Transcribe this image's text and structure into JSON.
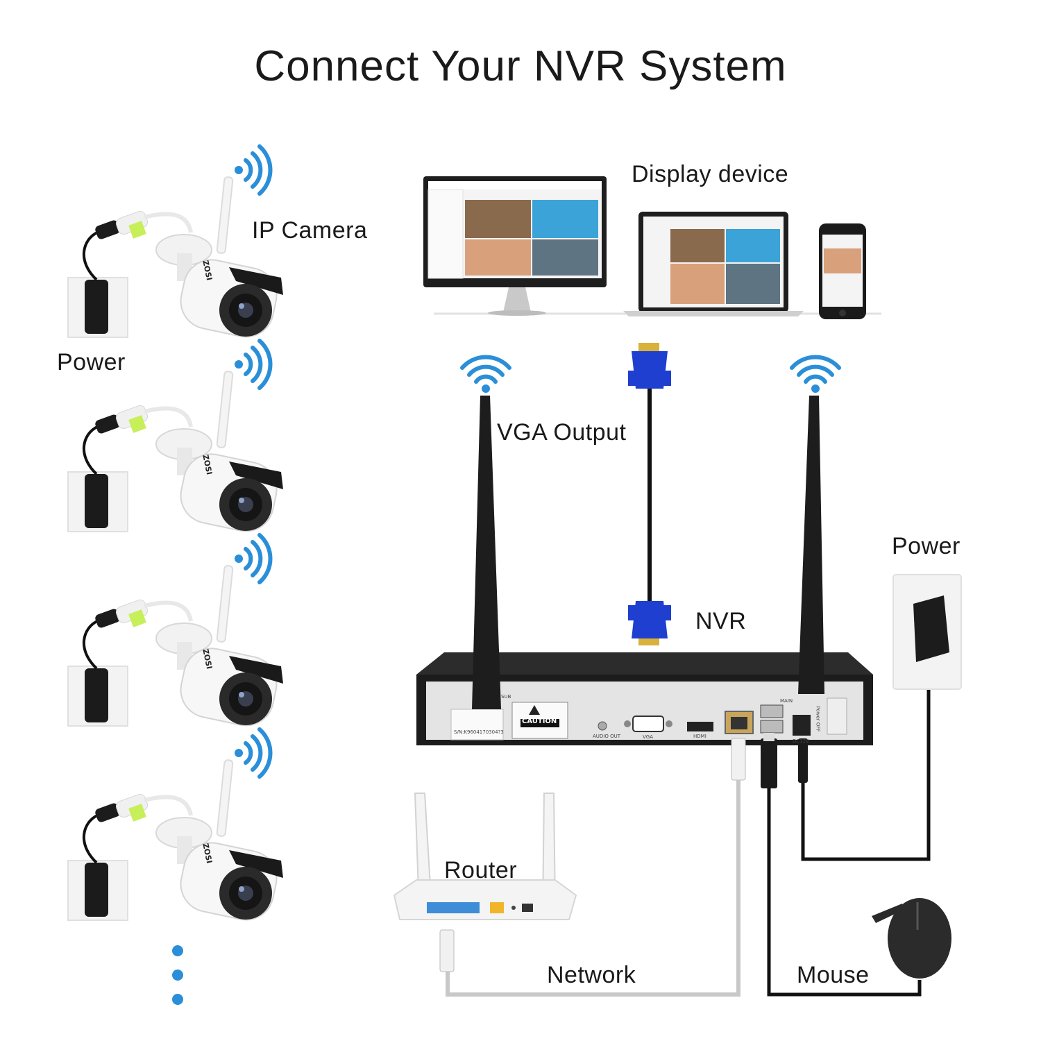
{
  "title": "Connect  Your NVR System",
  "labels": {
    "ip_camera": "IP Camera",
    "power_left": "Power",
    "display_device": "Display device",
    "vga_output": "VGA Output",
    "nvr": "NVR",
    "power_right": "Power",
    "router": "Router",
    "network": "Network",
    "mouse": "Mouse"
  },
  "camera_brand": "ZOSI",
  "nvr_panel": {
    "caution": "CAUTION",
    "serial": "S/N:K9604170304?3",
    "audio_out": "AUDIO OUT",
    "vga": "VGA",
    "hdmi": "HDMI",
    "sub": "SUB",
    "main": "MAIN",
    "power_off": "Power OFF",
    "dc12v": "DC12V"
  },
  "colors": {
    "wifi_blue": "#2a8fd8",
    "vga_blue": "#1f3fd0",
    "cable_black": "#111111",
    "cable_gray": "#c8c8c8"
  }
}
